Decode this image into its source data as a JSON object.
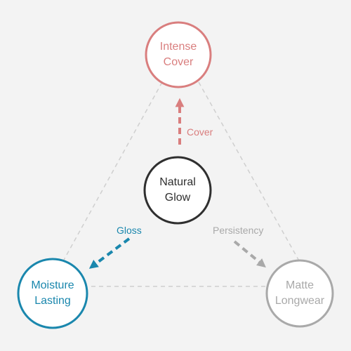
{
  "nodes": {
    "top": {
      "line1": "Intense",
      "line2": "Cover",
      "color": "#d97e7e"
    },
    "center": {
      "line1": "Natural",
      "line2": "Glow",
      "color": "#2f2f2f"
    },
    "left": {
      "line1": "Moisture",
      "line2": "Lasting",
      "color": "#1a87ad"
    },
    "right": {
      "line1": "Matte",
      "line2": "Longwear",
      "color": "#a9a9a9"
    }
  },
  "edges": {
    "cover": {
      "label": "Cover",
      "color": "#d97e7e"
    },
    "gloss": {
      "label": "Gloss",
      "color": "#1a87ad"
    },
    "persistency": {
      "label": "Persistency",
      "color": "#a9a9a9"
    }
  },
  "colors": {
    "background": "#f3f3f3",
    "triangle": "#cfcfcf"
  }
}
